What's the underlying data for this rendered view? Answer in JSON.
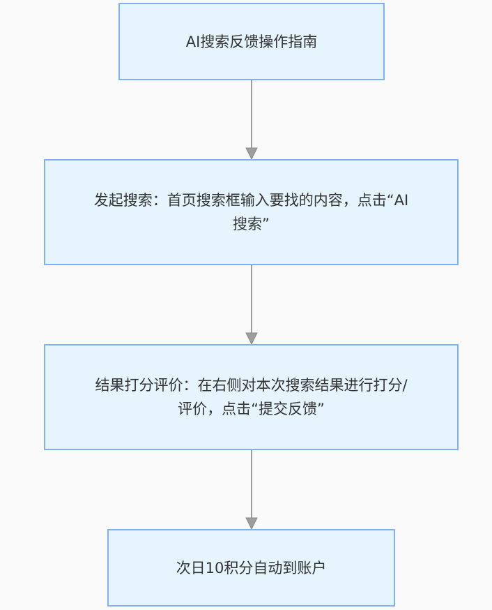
{
  "diagram": {
    "nodes": [
      {
        "id": "n1",
        "text": "AI搜索反馈操作指南"
      },
      {
        "id": "n2",
        "text": "发起搜索：首页搜索框输入要找的内容，点击“AI搜索”"
      },
      {
        "id": "n3",
        "text": "结果打分评价：在右侧对本次搜索结果进行打分/评价，点击“提交反馈”"
      },
      {
        "id": "n4",
        "text": "次日10积分自动到账户"
      }
    ],
    "edges": [
      {
        "from": "n1",
        "to": "n2"
      },
      {
        "from": "n2",
        "to": "n3"
      },
      {
        "from": "n3",
        "to": "n4"
      }
    ],
    "colors": {
      "node_fill": "#e6f4fd",
      "node_border": "#7fb0f4",
      "edge": "#9e9e9e",
      "text": "#333333",
      "background": "#fafafa"
    }
  }
}
